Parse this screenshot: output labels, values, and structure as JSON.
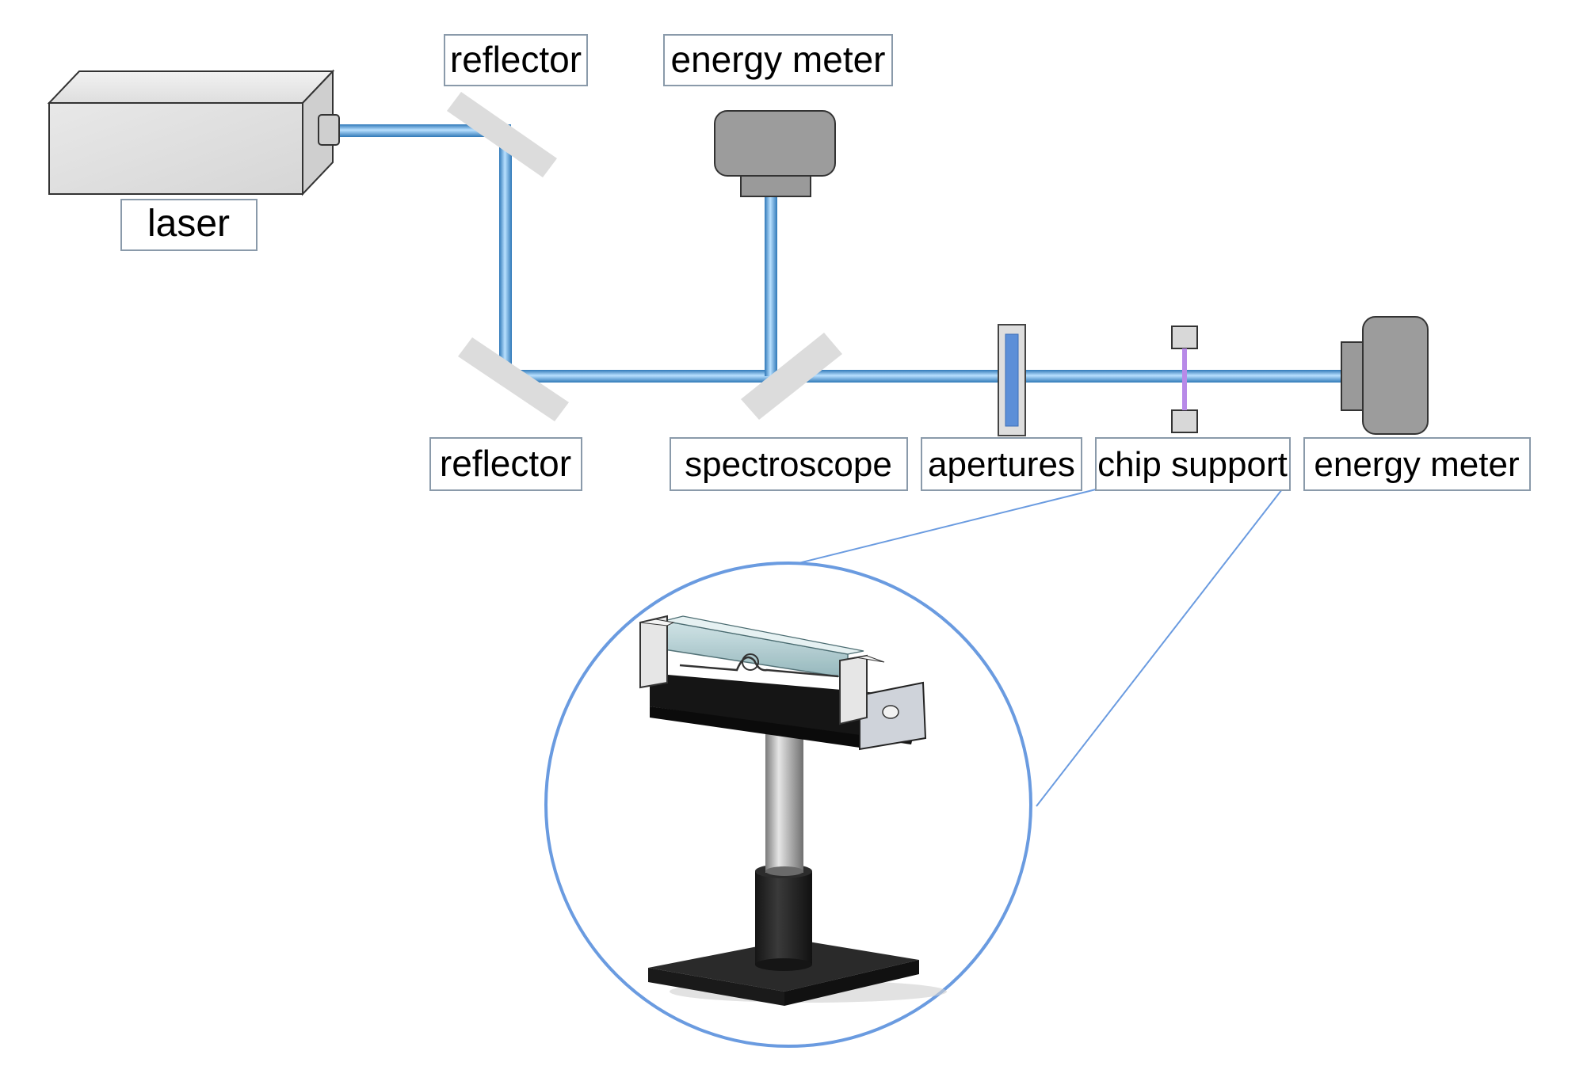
{
  "labels": {
    "laser": "laser",
    "reflector_top": "reflector",
    "energy_meter_top": "energy meter",
    "reflector_bottom": "reflector",
    "spectroscope": "spectroscope",
    "apertures": "apertures",
    "chip_support": "chip support",
    "energy_meter_right": "energy meter"
  },
  "colors": {
    "beam": "#3f8fcf",
    "beam_light": "#a8d3f2",
    "label_border": "#8a9aaa",
    "callout": "#6a9be0",
    "mirror": "#dcdcdc",
    "device_body": "#9c9c9c",
    "aperture_slit": "#5c8fd8",
    "chip_line": "#a07ad8"
  }
}
